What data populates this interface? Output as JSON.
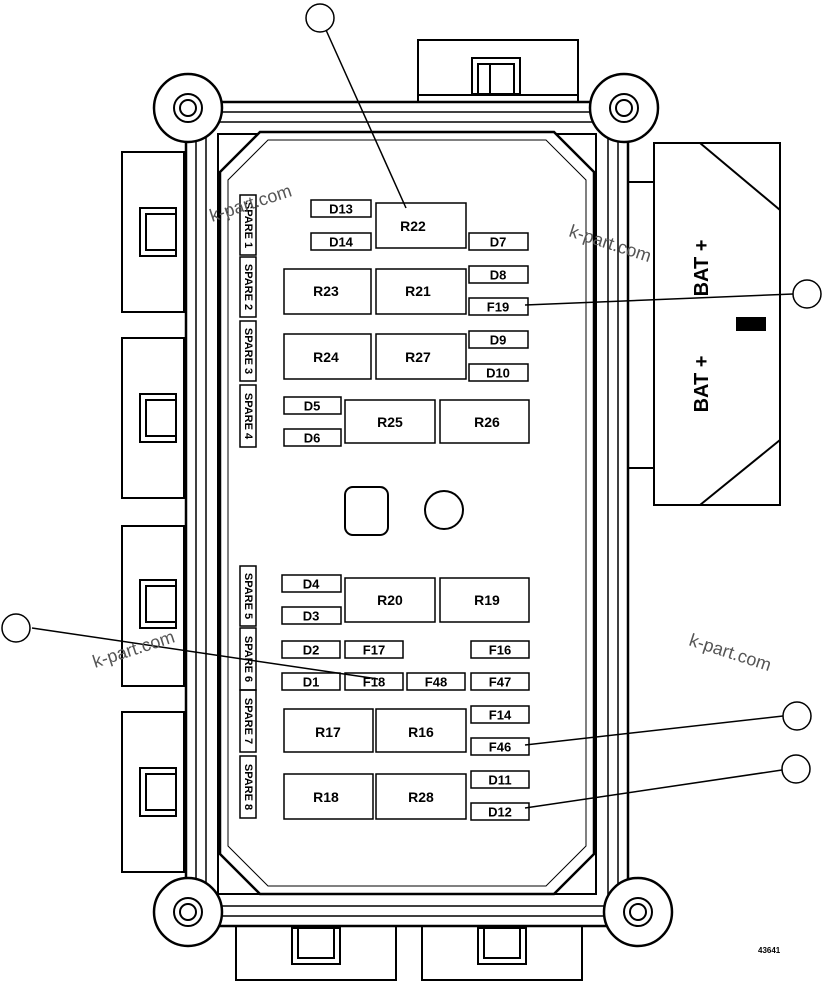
{
  "relays": {
    "r22": "R22",
    "r23": "R23",
    "r21": "R21",
    "r24": "R24",
    "r27": "R27",
    "r25": "R25",
    "r26": "R26",
    "r20": "R20",
    "r19": "R19",
    "r17": "R17",
    "r16": "R16",
    "r18": "R18",
    "r28": "R28"
  },
  "diodes": {
    "d13": "D13",
    "d14": "D14",
    "d7": "D7",
    "d8": "D8",
    "d9": "D9",
    "d10": "D10",
    "d5": "D5",
    "d6": "D6",
    "d4": "D4",
    "d3": "D3",
    "d2": "D2",
    "d1": "D1",
    "d11": "D11",
    "d12": "D12"
  },
  "fuses": {
    "f19": "F19",
    "f17": "F17",
    "f16": "F16",
    "f18": "F18",
    "f48": "F48",
    "f47": "F47",
    "f14": "F14",
    "f46": "F46"
  },
  "spares": [
    "SPARE 1",
    "SPARE 2",
    "SPARE 3",
    "SPARE 4",
    "SPARE 5",
    "SPARE 6",
    "SPARE 7",
    "SPARE 8"
  ],
  "terminals": {
    "bat_top": "BAT +",
    "bat_bottom": "BAT +"
  },
  "watermark": "k-part.com",
  "figure_code": "43641"
}
